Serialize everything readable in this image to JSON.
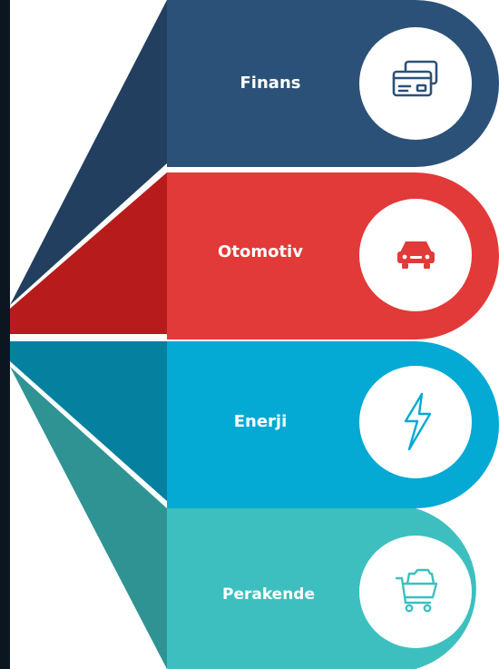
{
  "diagram": {
    "items": [
      {
        "label": "Finans",
        "icon": "credit-cards-icon",
        "color": "#2c5178",
        "fold_color": "#233f5f"
      },
      {
        "label": "Otomotiv",
        "icon": "car-icon",
        "color": "#e23a38",
        "fold_color": "#b71b1b"
      },
      {
        "label": "Enerji",
        "icon": "lightning-bolt-icon",
        "color": "#04a9d4",
        "fold_color": "#05809f"
      },
      {
        "label": "Perakende",
        "icon": "shopping-cart-icon",
        "color": "#3dbfbf",
        "fold_color": "#2f9393"
      }
    ],
    "accent_dark": "#0b1621"
  }
}
